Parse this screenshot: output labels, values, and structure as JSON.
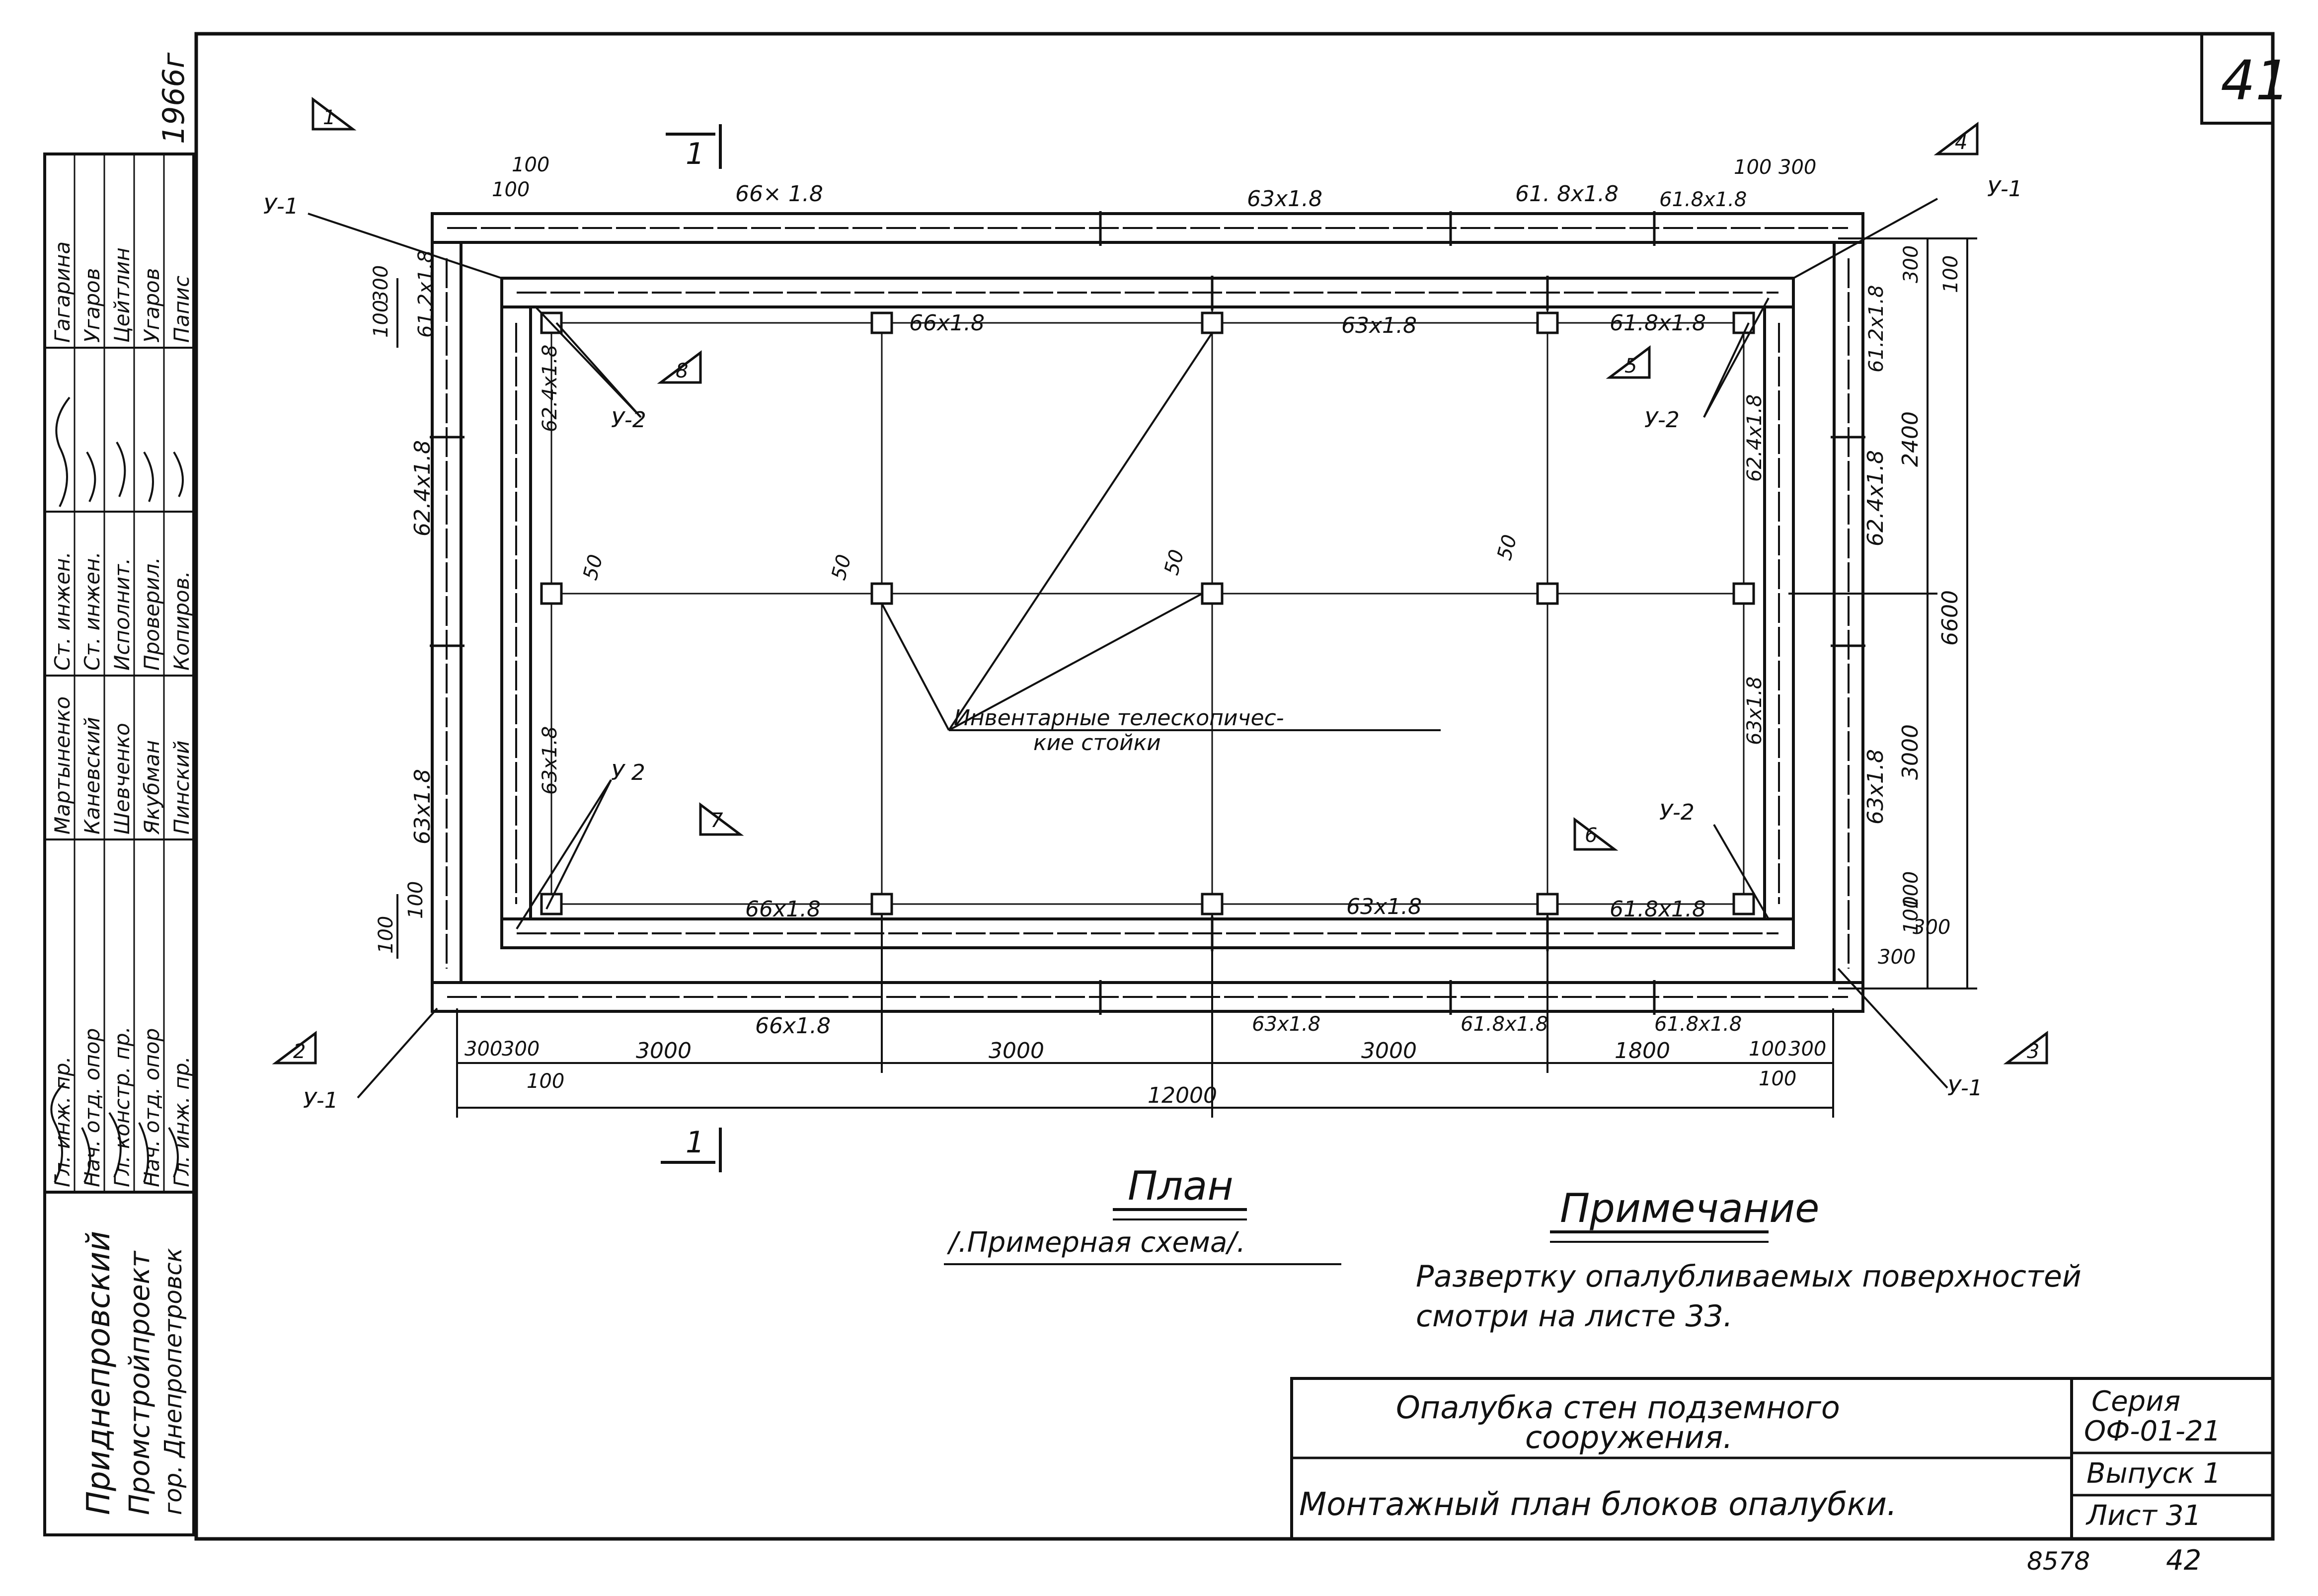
{
  "sheet": {
    "sheet_number": "41",
    "year": "1966г",
    "footer_left": "8578",
    "footer_right": "42"
  },
  "plan": {
    "section_mark": "1",
    "wall_top_outer": [
      "66× 1.8",
      "63x1.8",
      "61. 8x1.8",
      "61.8x1.8"
    ],
    "wall_top_inner": [
      "66x1.8",
      "63x1.8",
      "61.8x1.8"
    ],
    "wall_bottom_inner": [
      "66x1.8",
      "63x1.8",
      "61.8x1.8"
    ],
    "wall_bottom_outer": [
      "66x1.8",
      "63x1.8",
      "61.8x1.8",
      "61.8x1.8"
    ],
    "wall_left": [
      "62.4x1.8",
      "63x1.8",
      "62.4x1.8",
      "63x1.8",
      "61.2x1.8"
    ],
    "wall_right": [
      "62.4x1.8",
      "63x1.8",
      "62.4x1.8",
      "63x1.8",
      "61.2x1.8"
    ],
    "dims_bottom": [
      "300",
      "300",
      "100",
      "3000",
      "3000",
      "3000",
      "1800",
      "100",
      "300",
      "100"
    ],
    "dim_total": "12000",
    "dims_right": [
      "300",
      "100",
      "2400",
      "3000",
      "100",
      "300",
      "300",
      "6600",
      "100"
    ],
    "dims_left": [
      "100",
      "300",
      "100",
      "100"
    ],
    "dims_top": [
      "100",
      "100",
      "100",
      "300"
    ],
    "dims_50": [
      "50",
      "50",
      "50",
      "50"
    ],
    "corner_marks": [
      "1",
      "2",
      "3",
      "4",
      "5",
      "6",
      "7",
      "8"
    ],
    "node_labels": [
      "У-1",
      "У-1",
      "У-1",
      "У-1",
      "У-2",
      "У-2",
      "У 2",
      "У-2"
    ],
    "note_posts": [
      "Инвентарные телескопичес-",
      "кие стойки"
    ]
  },
  "captions": {
    "plan_title": "План",
    "plan_subtitle": "/.Примерная схема/.",
    "note_title": "Примечание",
    "note_text_1": "Развертку опалубливаемых поверхностей",
    "note_text_2": "смотри на листе 33."
  },
  "title_block": {
    "title_1": "Опалубка стен подземного",
    "title_2": "сооружения.",
    "subtitle": "Монтажный план блоков опалубки.",
    "series_1": "Серия",
    "series_2": "ОФ-01-21",
    "issue": "Выпуск 1",
    "sheet": "Лист 31"
  },
  "side_stamp": {
    "org_1": "Приднепровский",
    "org_2": "Промстройпроект",
    "org_3": "гор. Днепропетровск",
    "roles": [
      "Гл. инж. пр.",
      "Нач. отд. опор",
      "Гл. констр. пр.",
      "Нач. отд. опор",
      "Гл. инж. пр."
    ],
    "names_1": [
      "Мартыненко",
      "Каневский",
      "Шевченко",
      "Якубман",
      "Пинский"
    ],
    "roles_2": [
      "Ст. инжен.",
      "Ст. инжен.",
      "Исполнит.",
      "Проверил.",
      "Копиров."
    ],
    "names_2": [
      "Гагарина",
      "Угаров",
      "Цейтлин",
      "Угаров",
      "Папис"
    ]
  },
  "colors": {
    "ink": "#111111",
    "paper": "#ffffff"
  }
}
